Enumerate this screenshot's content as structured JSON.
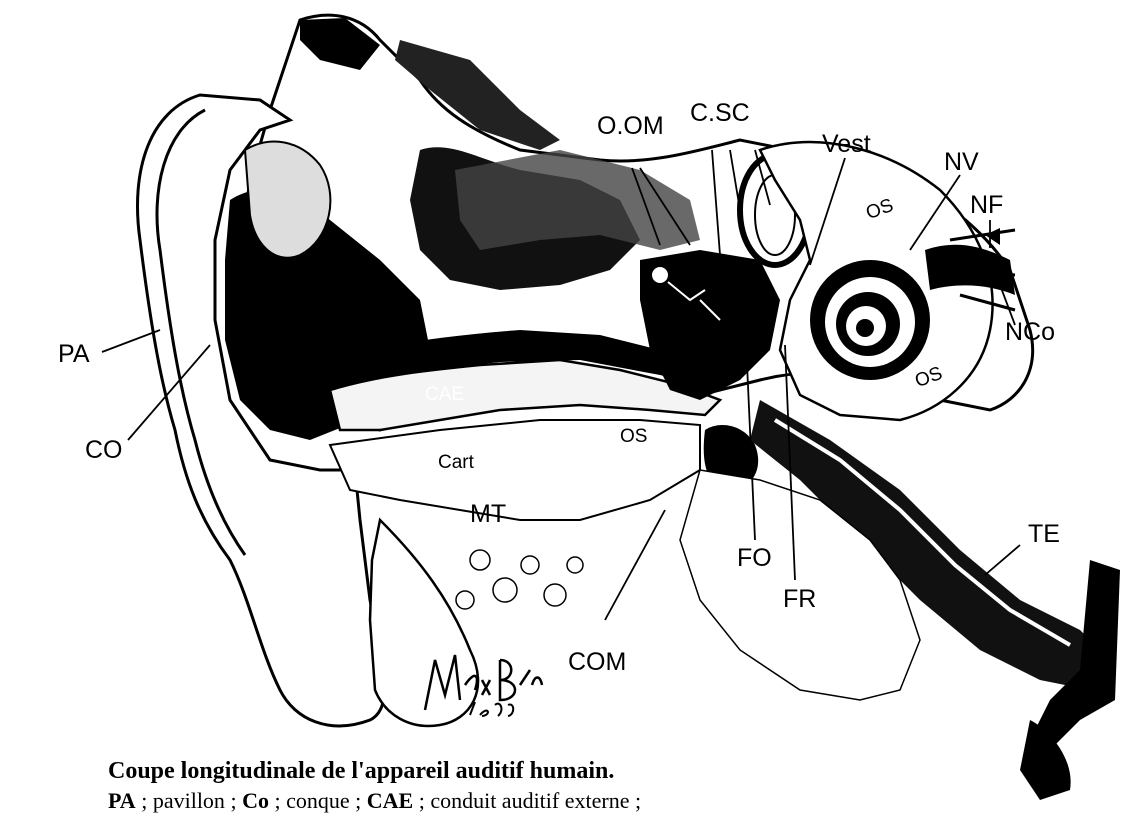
{
  "figure": {
    "caption_title": "Coupe longitudinale de l'appareil auditif humain.",
    "legend": [
      {
        "abbr": "PA",
        "sep": " ; ",
        "term": "pavillon",
        "end": " ; "
      },
      {
        "abbr": "Co",
        "sep": " ; ",
        "term": "conque",
        "end": " ; "
      },
      {
        "abbr": "CAE",
        "sep": " ; ",
        "term": "conduit auditif externe",
        "end": " ;"
      }
    ],
    "signature": "Max Brödel 1939"
  },
  "labels": {
    "pa": "PA",
    "co": "CO",
    "cae": "CAE",
    "cart": "Cart",
    "mt": "MT",
    "os_middle": "OS",
    "com": "COM",
    "oom": "O.OM",
    "csc": "C.SC",
    "vest": "Vest",
    "nv": "NV",
    "nf": "NF",
    "nco": "NCo",
    "os_upper": "OS",
    "os_lower": "OS",
    "fo": "FO",
    "fr": "FR",
    "te": "TE"
  },
  "colors": {
    "ink": "#000000",
    "paper": "#ffffff"
  }
}
